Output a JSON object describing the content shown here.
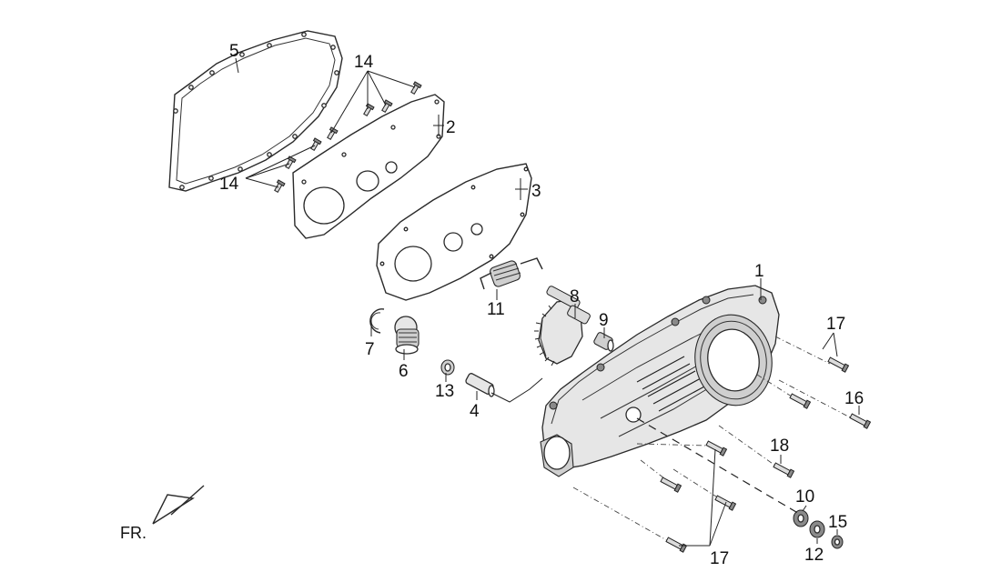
{
  "diagram": {
    "callouts": {
      "c1": "1",
      "c2": "2",
      "c3": "3",
      "c4": "4",
      "c5": "5",
      "c6": "6",
      "c7": "7",
      "c8": "8",
      "c9": "9",
      "c10": "10",
      "c11": "11",
      "c12": "12",
      "c13": "13",
      "c14_top": "14",
      "c14_bottom": "14",
      "c15": "15",
      "c16": "16",
      "c17_right": "17",
      "c17_bottom": "17",
      "c18": "18"
    },
    "direction_label": "FR."
  }
}
